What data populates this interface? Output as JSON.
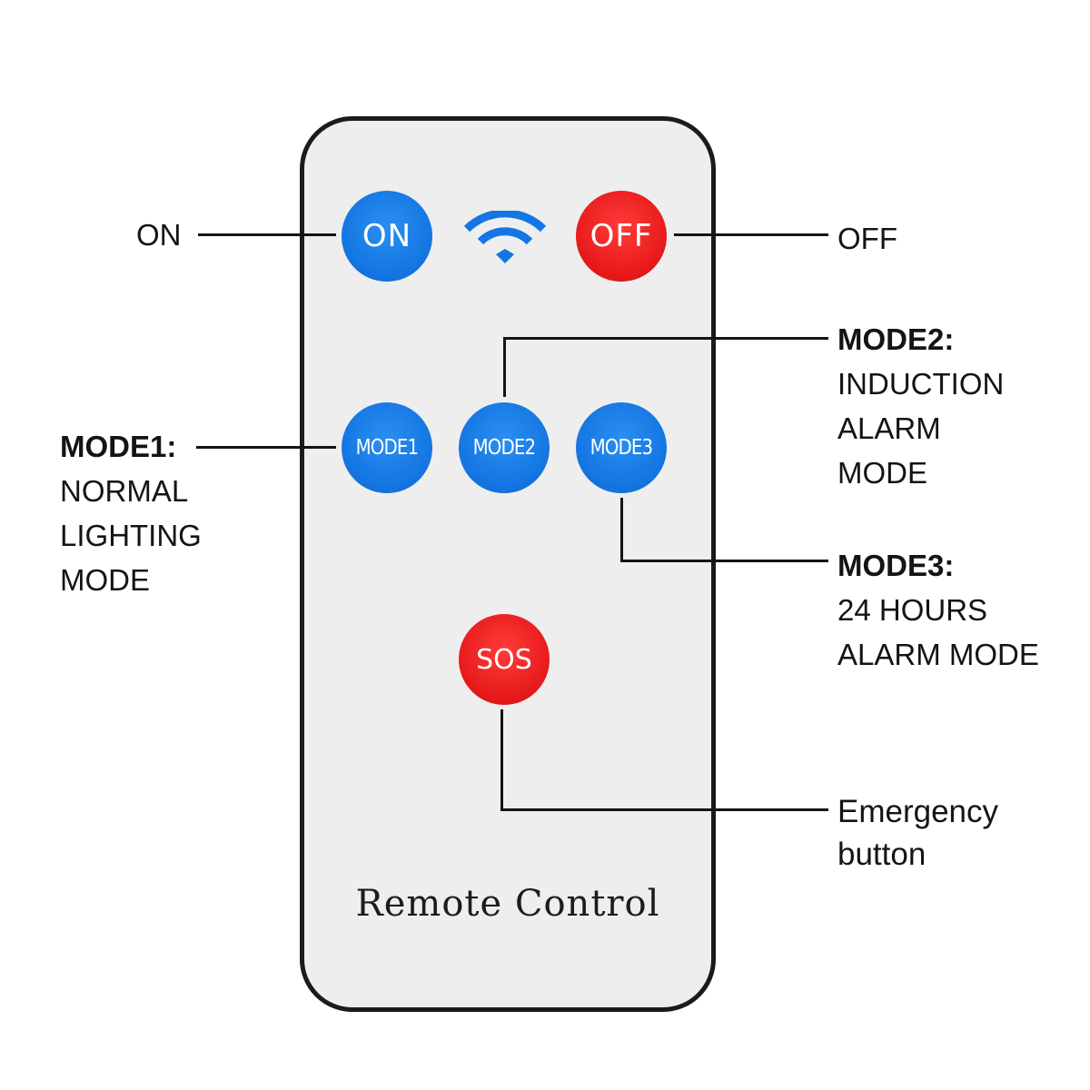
{
  "remote": {
    "title": "Remote Control",
    "buttons": {
      "on": "ON",
      "off": "OFF",
      "mode1": "MODE1",
      "mode2": "MODE2",
      "mode3": "MODE3",
      "sos": "SOS"
    },
    "signal_icon": "wifi-signal-icon"
  },
  "callouts": {
    "on": "ON",
    "off": "OFF",
    "mode1": {
      "title": "MODE1:",
      "lines": [
        "NORMAL",
        "LIGHTING",
        "MODE"
      ]
    },
    "mode2": {
      "title": "MODE2:",
      "lines": [
        "INDUCTION",
        "ALARM",
        "MODE"
      ]
    },
    "mode3": {
      "title": "MODE3:",
      "lines": [
        "24 HOURS",
        "ALARM MODE"
      ]
    },
    "sos": {
      "lines": [
        "Emergency",
        "button"
      ]
    }
  },
  "colors": {
    "blue_button": "#1476e2",
    "red_button": "#e81b1b",
    "remote_body": "#eeeeee",
    "remote_border": "#1b1b1b"
  }
}
